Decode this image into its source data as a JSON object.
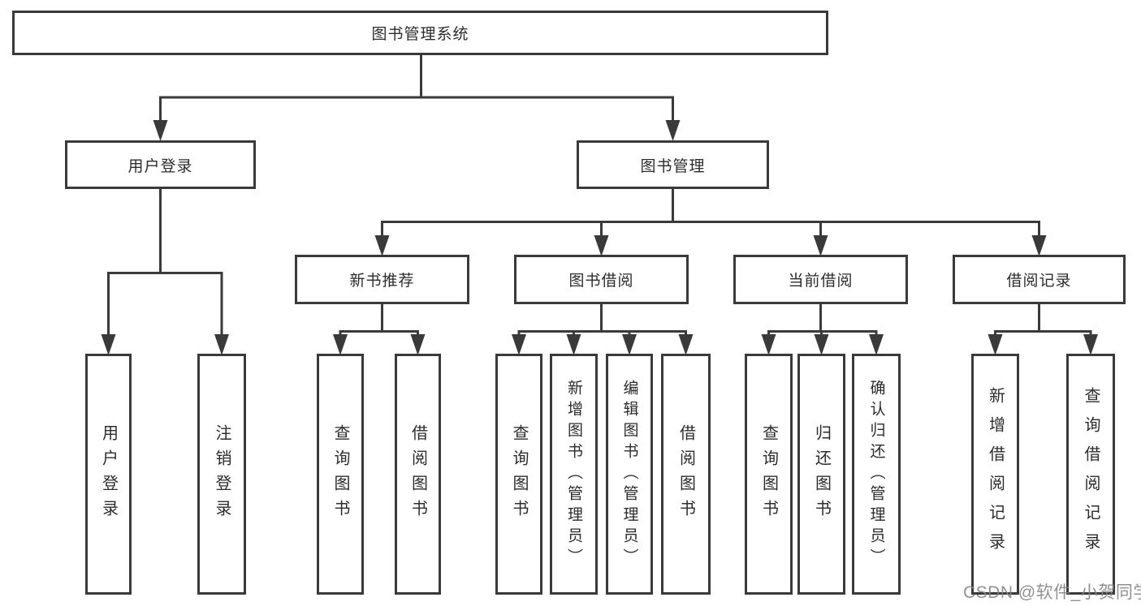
{
  "diagram": {
    "root": {
      "label": "图书管理系统"
    },
    "branches": [
      {
        "label": "用户登录",
        "children": [
          {
            "label": "用户登录"
          },
          {
            "label": "注销登录"
          }
        ]
      },
      {
        "label": "图书管理",
        "children": [
          {
            "label": "新书推荐",
            "children": [
              {
                "label": "查询图书"
              },
              {
                "label": "借阅图书"
              }
            ]
          },
          {
            "label": "图书借阅",
            "children": [
              {
                "label": "查询图书"
              },
              {
                "label": "新增图书（管理员）"
              },
              {
                "label": "编辑图书（管理员）"
              },
              {
                "label": "借阅图书"
              }
            ]
          },
          {
            "label": "当前借阅",
            "children": [
              {
                "label": "查询图书"
              },
              {
                "label": "归还图书"
              },
              {
                "label": "确认归还（管理员）"
              }
            ]
          },
          {
            "label": "借阅记录",
            "children": [
              {
                "label": "新增借阅记录"
              },
              {
                "label": "查询借阅记录"
              }
            ]
          }
        ]
      }
    ]
  },
  "watermark": {
    "text": "CSDN @软件_小贺同学"
  },
  "colors": {
    "line": "#3a3a3a",
    "text": "#2c2c2c",
    "watermark": "#828282",
    "background": "#ffffff"
  }
}
